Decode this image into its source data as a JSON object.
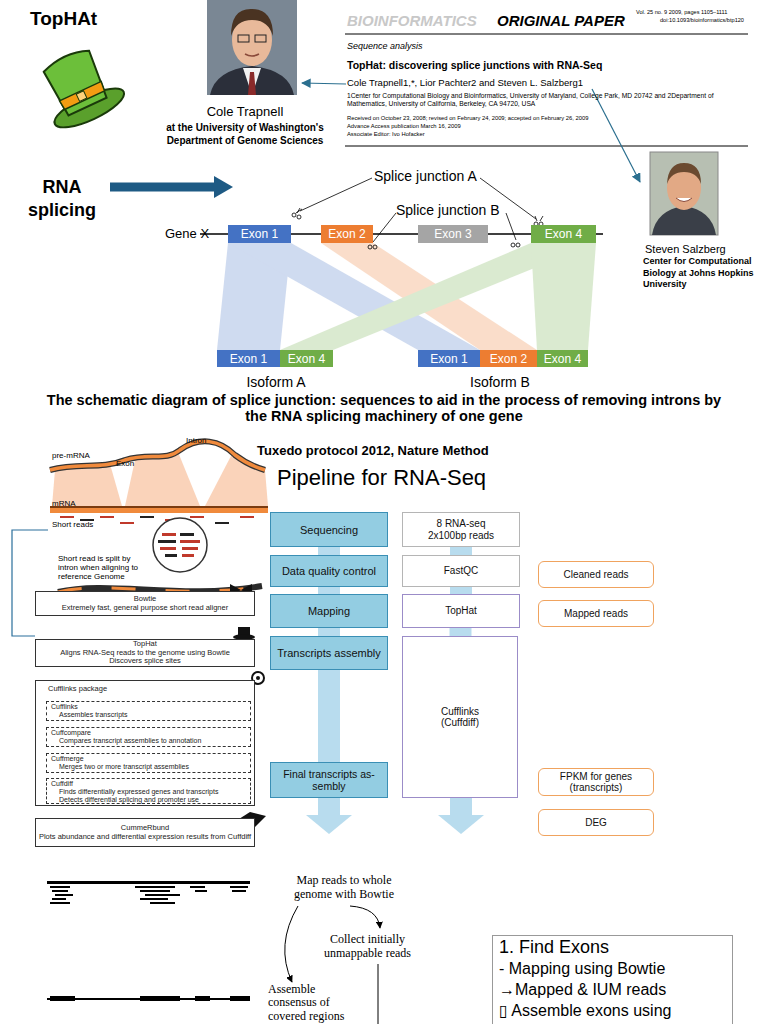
{
  "diagram": {
    "title": "TopHAt",
    "caption": "The schematic diagram of splice junction: sequences to aid in the process of removing introns by the RNA splicing machinery of one gene",
    "nodes": [
      {
        "text": [
          "Exon 1"
        ]
      },
      {
        "text": [
          "Exon 2"
        ]
      },
      {
        "text": [
          "Exon 3"
        ]
      },
      {
        "text": [
          "Exon 4"
        ]
      },
      {
        "text": [
          "Exon 1"
        ]
      },
      {
        "text": [
          "Exon 4"
        ]
      },
      {
        "text": [
          "Exon 1"
        ]
      },
      {
        "text": [
          "Exon 2"
        ]
      },
      {
        "text": [
          "Exon 4"
        ]
      },
      {
        "text": [
          "Bowtie",
          "Extremely fast, general purpose short read aligner"
        ]
      },
      {
        "text": [
          "TopHat",
          "Aligns RNA-Seq reads to the genome using Bowtie",
          "Discovers splice sites"
        ]
      },
      {
        "text": [
          "Cufflinks package"
        ]
      },
      {
        "text": [
          "Cufflinks",
          "Assembles transcripts"
        ],
        "in": 11
      },
      {
        "text": [
          "Cuffcompare",
          "Compares transcript assemblies to annotation"
        ],
        "in": 11
      },
      {
        "text": [
          "Cuffmerge",
          "Merges two or more transcript assemblies"
        ],
        "in": 11
      },
      {
        "text": [
          "Cuffdiff",
          "Finds differentially expressed genes and transcripts",
          "Detects differential splicing and promoter use"
        ],
        "in": 11
      },
      {
        "text": [
          "CummeRbund",
          "Plots abundance and differential expression results from Cuffdiff"
        ]
      },
      {
        "text": [
          "Sequencing"
        ]
      },
      {
        "text": [
          "Data quality control"
        ]
      },
      {
        "text": [
          "Mapping"
        ]
      },
      {
        "text": [
          "Transcripts assembly"
        ]
      },
      {
        "text": [
          "Final transcripts as- sembly"
        ]
      },
      {
        "text": [
          "8 RNA-seq 2x100bp reads"
        ]
      },
      {
        "text": [
          "FastQC"
        ]
      },
      {
        "text": [
          "TopHat"
        ]
      },
      {
        "text": [
          "Cufflinks (Cuffdiff)"
        ]
      },
      {
        "text": [
          "Cleaned reads"
        ]
      },
      {
        "text": [
          "Mapped reads"
        ]
      },
      {
        "text": [
          "FPKM for genes (transcripts)"
        ]
      },
      {
        "text": [
          "DEG"
        ]
      },
      {
        "text": [
          "1. Find Exons",
          "- Mapping using Bowtie",
          "→Mapped & IUM reads",
          "▯ Assemble exons using"
        ]
      }
    ],
    "edges": [
      {
        "from": 17,
        "to": 18,
        "arrow": "none"
      },
      {
        "from": 18,
        "to": 19,
        "arrow": "none"
      },
      {
        "from": 19,
        "to": 20,
        "arrow": "none"
      },
      {
        "from": 20,
        "to": 21,
        "arrow": "none"
      },
      {
        "from": 22,
        "to": 23,
        "arrow": "none"
      },
      {
        "from": 23,
        "to": 24,
        "arrow": "none"
      },
      {
        "from": 24,
        "to": 25,
        "arrow": "none"
      }
    ],
    "labels": [
      "Cole Trapnell",
      "at the University of Washington's Department of Genome Sciences",
      "BIOINFORMATICS",
      "ORIGINAL PAPER",
      "Vol. 25 no. 9 2009, pages 1105–1111",
      "doi:10.1093/bioinformatics/btp120",
      "Sequence analysis",
      "TopHat: discovering splice junctions with RNA-Seq",
      "Cole Trapnell1,*, Lior Pachter2 and Steven L. Salzberg1",
      "1Center for Computational Biology and Bioinformatics, University of Maryland, College Park, MD 20742 and 2Department of Mathematics, University of California, Berkeley, CA 94720, USA",
      "Received on October 23, 2008; revised on February 24, 2009; accepted on February 26, 2009",
      "Advance Access publication March 16, 2009",
      "Associate Editor: Ivo Hofacker",
      "Steven Salzberg",
      "Center for Computational Biology at Johns Hopkins University",
      "RNA splicing",
      "Splice junction A",
      "Splice junction B",
      "Gene X",
      "Isoform A",
      "Isoform B",
      "Tuxedo protocol 2012, Nature Method",
      "Pipeline for RNA-Seq",
      "pre-mRNA",
      "Exon",
      "Intron",
      "mRNA",
      "Short reads",
      "Short read is split by intron when aligning to reference Genome",
      "Map reads to whole genome with Bowtie",
      "Collect initially unmappable reads",
      "Assemble consensus of covered regions"
    ]
  }
}
